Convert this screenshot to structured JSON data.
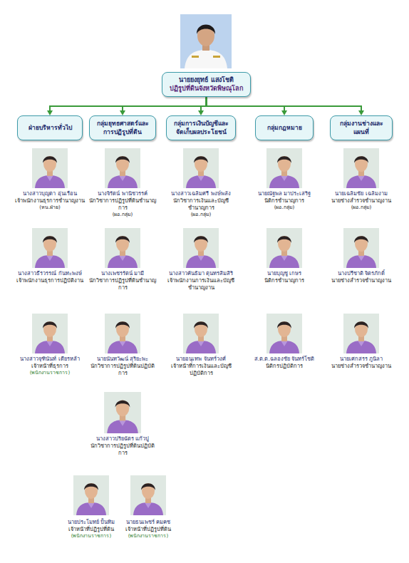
{
  "diagram": {
    "nodes": [
      {
        "text": [
          "นายยงยุทธ์ แสงโชติ",
          "ปฏิรูปที่ดินจังหวัดพิษณุโลก"
        ]
      },
      {
        "text": [
          "ฝ่ายบริหารทั่วไป"
        ]
      },
      {
        "text": [
          "กลุ่มยุทธศาสตร์และการปฏิรูปที่ดิน"
        ]
      },
      {
        "text": [
          "กลุ่มการเงินบัญชีและจัดเก็บผลประโยชน์"
        ]
      },
      {
        "text": [
          "กลุ่มกฎหมาย"
        ]
      },
      {
        "text": [
          "กลุ่มงานช่างและแผนที่"
        ]
      }
    ],
    "edges": [
      {
        "from": 0,
        "to": 1,
        "arrow": "to"
      },
      {
        "from": 0,
        "to": 2,
        "arrow": "to"
      },
      {
        "from": 0,
        "to": 3,
        "arrow": "to"
      },
      {
        "from": 0,
        "to": 4,
        "arrow": "to"
      },
      {
        "from": 0,
        "to": 5,
        "arrow": "to"
      }
    ],
    "labels": [
      "นางสาวบุญตา อุ่นเรือน",
      "เจ้าพนักงานธุรการชำนาญงาน",
      "(หน.ฝ่าย)",
      "นางจิรัตน์ พานิชวรรค์",
      "นักวิชาการปฏิรูปที่ดินชำนาญการ",
      "(ผอ.กลุ่ม)",
      "นางสาวเฉลิมศรี พงษ์พลัง",
      "นักวิชาการเงินและบัญชีชำนาญการ",
      "(ผอ.กลุ่ม)",
      "นายณัฐพล มาประเสริฐ",
      "นิติกรชำนาญการ",
      "(ผอ.กลุ่ม)",
      "นายเฉลิมชัย เฉลิมงาม",
      "นายช่างสำรวจชำนาญงาน",
      "(ผอ.กลุ่ม)",
      "นางสาวธีรวรรณ์ กันทะพงษ์",
      "เจ้าพนักงานธุรการปฏิบัติงาน",
      "นางเพชรรัตน์ มามี",
      "นักวิชาการปฏิรูปที่ดินชำนาญการ",
      "นางสาวคันธิมา ตุนทรสิมสิริ",
      "เจ้าพนักงานการเงินและบัญชีชำนาญงาน",
      "นายบุญชู เกษร",
      "นิติกรชำนาญการ",
      "นางปรีชาติ จิตรภักดิ์",
      "นายช่างสำรวจชำนาญงาน",
      "นางสาวจุฑินันท์ เดียรหล้า",
      "เจ้าหน้าที่ธุรการ",
      "(พนักงานราชการ)",
      "นายนันทวัฒน์ สุริยะพะ",
      "นักวิชาการปฏิรูปที่ดินปฏิบัติการ",
      "นายอนุเทพ จันทร์วงศ์",
      "เจ้าหน้าที่การเงินและบัญชีปฏิบัติการ",
      "ส.ต.ต.ฉลองชัย จันทร์โชติ",
      "นิติกรปฏิบัติการ",
      "นายเศกสรร ภูนิลา",
      "นายช่างสำรวจชำนาญงาน",
      "นางสาวปริยฉัตร แก้วปู",
      "นักวิชาการปฏิรูปที่ดินปฏิบัติการ",
      "นายประโมทย์ ปั้นทิม",
      "เจ้าหน้าที่ปฏิรูปที่ดิน",
      "(พนักงานราชการ)",
      "นายธนเพชร์ คมคช",
      "เจ้าหน้าที่ปฏิรูปที่ดิน",
      "(พนักงานราชการ)"
    ]
  }
}
